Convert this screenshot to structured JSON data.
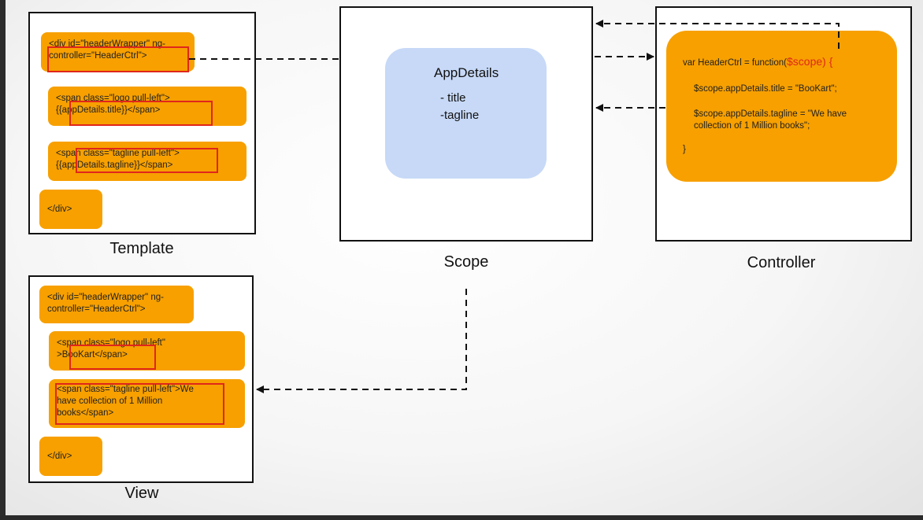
{
  "template": {
    "caption": "Template",
    "blocks": [
      {
        "lines": [
          "<div id=\"headerWrapper\" ng-",
          "controller=\"HeaderCtrl\">"
        ]
      },
      {
        "lines": [
          "<span class=\"logo pull-left\">",
          "{{appDetails.title}}</span>"
        ]
      },
      {
        "lines": [
          "<span class=\"tagline pull-left\">",
          "{{appDetails.tagline}}</span>"
        ]
      },
      {
        "lines": [
          "</div>"
        ]
      }
    ]
  },
  "view": {
    "caption": "View",
    "blocks": [
      {
        "lines": [
          "<div id=\"headerWrapper\" ng-",
          "controller=\"HeaderCtrl\">"
        ]
      },
      {
        "lines": [
          "<span class=\"logo pull-left\"",
          ">BooKart</span>"
        ]
      },
      {
        "lines": [
          "<span class=\"tagline pull-left\">We",
          "have collection of 1 Million",
          "books</span>"
        ]
      },
      {
        "lines": [
          "</div>"
        ]
      }
    ]
  },
  "scope": {
    "caption": "Scope",
    "title": "AppDetails",
    "properties": [
      "- title",
      "-tagline"
    ]
  },
  "controller": {
    "caption": "Controller",
    "fn_start": "var HeaderCtrl = function(",
    "fn_arg": "$scope",
    "fn_end": ") {",
    "line_title": "$scope.appDetails.title = \"BooKart\";",
    "line_tagline_1": "$scope.appDetails.tagline = \"We have",
    "line_tagline_2": "collection of 1 Million books\";",
    "closing": "}"
  },
  "colors": {
    "code_block": "#f7a000",
    "scope_model": "#c7d9f7",
    "highlight": "#e0261b",
    "arrow": "#111111"
  }
}
